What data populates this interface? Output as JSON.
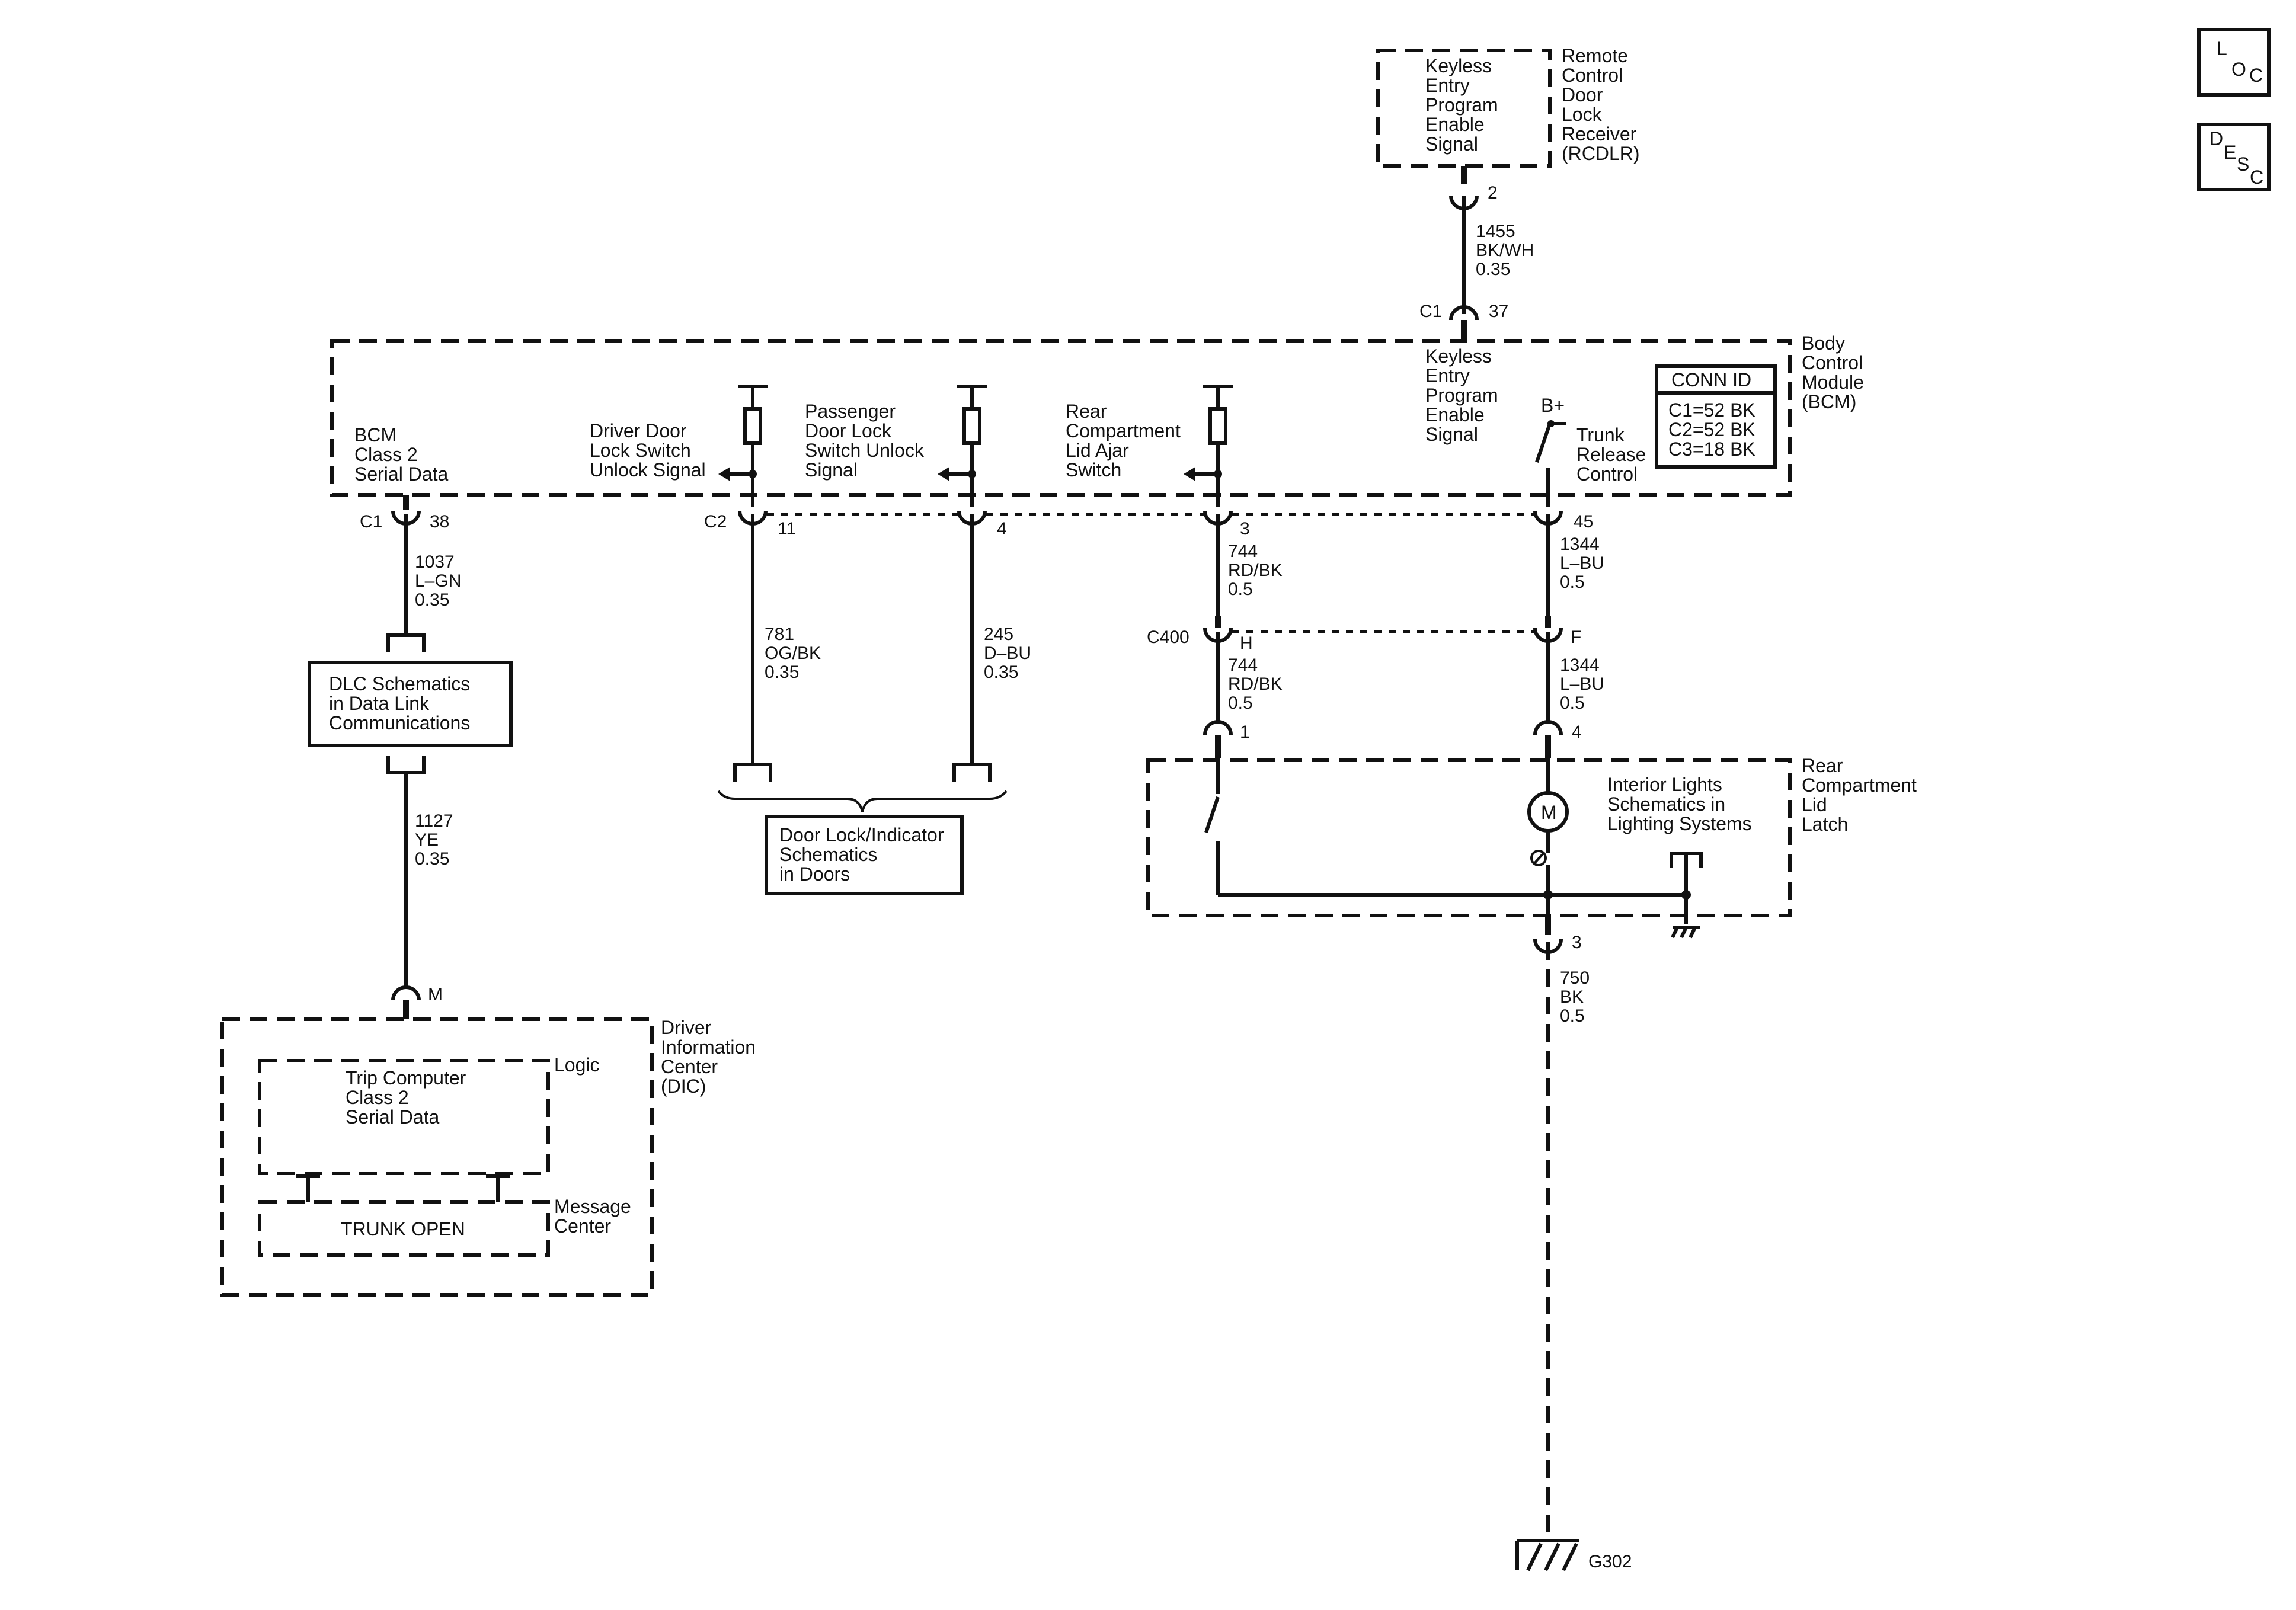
{
  "icons": {
    "loc": {
      "letters": [
        "L",
        "O",
        "C"
      ]
    },
    "desc": {
      "letters": [
        "D",
        "E",
        "S",
        "C"
      ]
    }
  },
  "rcdlr": {
    "name_lines": [
      "Remote",
      "Control",
      "Door",
      "Lock",
      "Receiver",
      "(RCDLR)"
    ],
    "inner_lines": [
      "Keyless",
      "Entry",
      "Program",
      "Enable",
      "Signal"
    ],
    "pin": "2"
  },
  "wires": {
    "w1455": [
      "1455",
      "BK/WH",
      "0.35"
    ],
    "w1037": [
      "1037",
      "L–GN",
      "0.35"
    ],
    "w1127": [
      "1127",
      "YE",
      "0.35"
    ],
    "w781": [
      "781",
      "OG/BK",
      "0.35"
    ],
    "w245": [
      "245",
      "D–BU",
      "0.35"
    ],
    "w744a": [
      "744",
      "RD/BK",
      "0.5"
    ],
    "w744b": [
      "744",
      "RD/BK",
      "0.5"
    ],
    "w1344a": [
      "1344",
      "L–BU",
      "0.5"
    ],
    "w1344b": [
      "1344",
      "L–BU",
      "0.5"
    ],
    "w750": [
      "750",
      "BK",
      "0.5"
    ]
  },
  "bcm": {
    "name_lines": [
      "Body",
      "Control",
      "Module",
      "(BCM)"
    ],
    "conn_id": {
      "title": "CONN ID",
      "rows": [
        "C1=52 BK",
        "C2=52 BK",
        "C3=18 BK"
      ]
    },
    "keyless_lines": [
      "Keyless",
      "Entry",
      "Program",
      "Enable",
      "Signal"
    ],
    "serial_lines": [
      "BCM",
      "Class 2",
      "Serial Data"
    ],
    "driver_lines": [
      "Driver Door",
      "Lock Switch",
      "Unlock Signal"
    ],
    "passenger_lines": [
      "Passenger",
      "Door Lock",
      "Switch Unlock",
      "Signal"
    ],
    "rear_lines": [
      "Rear",
      "Compartment",
      "Lid Ajar",
      "Switch"
    ],
    "bplus": "B+",
    "trunk_lines": [
      "Trunk",
      "Release",
      "Control"
    ],
    "c1_label": "C1",
    "c1_pin_top": "37",
    "c1_pin_38": "38",
    "c2_label": "C2",
    "pin_11": "11",
    "pin_4": "4",
    "pin_3": "3",
    "pin_45": "45"
  },
  "c400": {
    "label": "C400",
    "pin_h": "H",
    "pin_f": "F"
  },
  "dlc_lines": [
    "DLC Schematics",
    "in Data Link",
    "Communications"
  ],
  "door_lock_lines": [
    "Door Lock/Indicator",
    "Schematics",
    "in Doors"
  ],
  "latch": {
    "name_lines": [
      "Rear",
      "Compartment",
      "Lid",
      "Latch"
    ],
    "pin_1": "1",
    "pin_4": "4",
    "pin_3": "3",
    "motor": "M",
    "interior_lines": [
      "Interior Lights",
      "Schematics in",
      "Lighting Systems"
    ]
  },
  "ground": {
    "label": "G302"
  },
  "dic": {
    "name_lines": [
      "Driver",
      "Information",
      "Center",
      "(DIC)"
    ],
    "pin_m": "M",
    "logic": "Logic",
    "trip_lines": [
      "Trip Computer",
      "Class 2",
      "Serial Data"
    ],
    "message_lines": [
      "Message",
      "Center"
    ],
    "trunk_open": "TRUNK OPEN"
  }
}
